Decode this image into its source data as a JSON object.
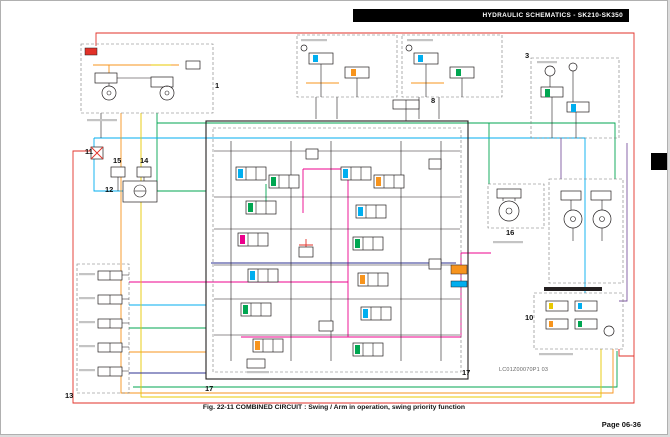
{
  "page": {
    "header_title": "HYDRAULIC SCHEMATICS - SK210-SK350",
    "caption": "Fig. 22-11 COMBINED CIRCUIT : Swing / Arm in operation, swing priority function",
    "page_number": "Page 06-36"
  },
  "diagram": {
    "drawing_code": "LC01Z00070P1  03",
    "component_labels": {
      "n1": "1",
      "n3": "3",
      "n8": "8",
      "n10": "10",
      "n11": "11",
      "n12": "12",
      "n13": "13",
      "n14": "14",
      "n15": "15",
      "n16": "16",
      "n17a": "17",
      "n17b": "17"
    },
    "palette": {
      "red": "#e23128",
      "green": "#00a651",
      "magenta": "#ec008c",
      "orange": "#f7941d",
      "cyan": "#00aeef",
      "yellow": "#e8c800",
      "purple": "#7e57a0",
      "blue": "#2e3192",
      "line_black": "#231f20"
    }
  }
}
